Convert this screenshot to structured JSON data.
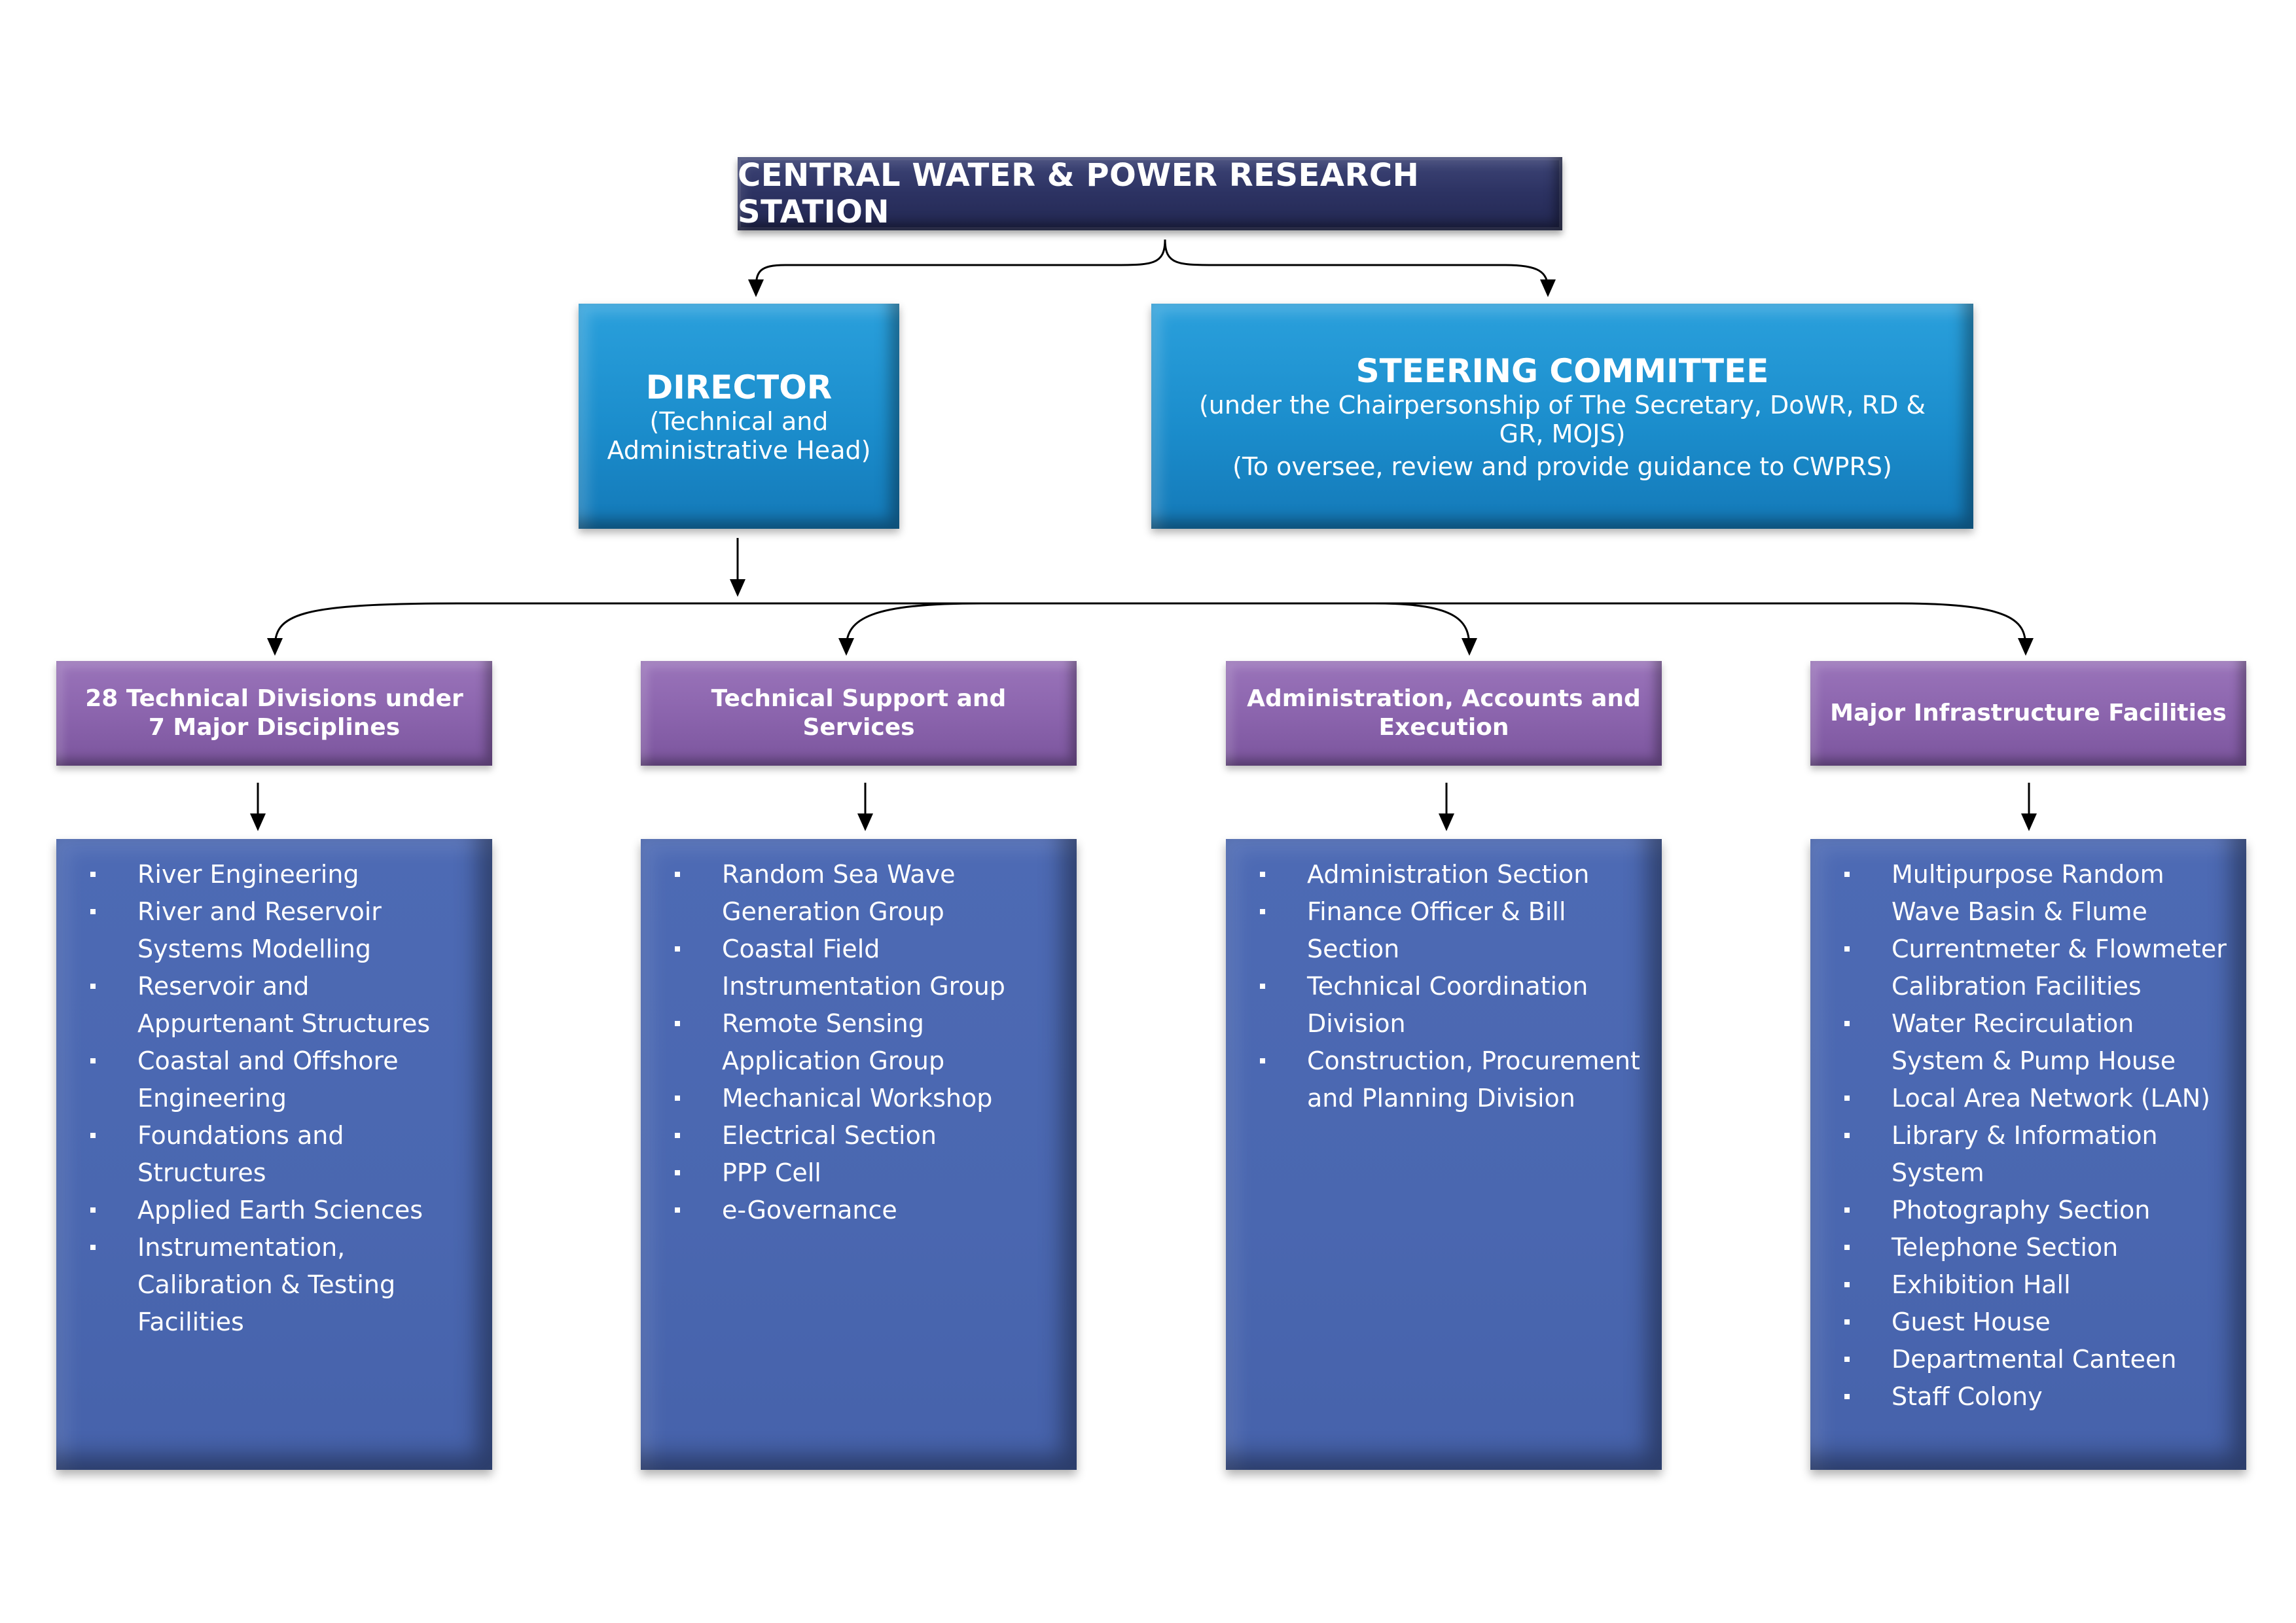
{
  "top": {
    "title": "CENTRAL WATER & POWER RESEARCH STATION"
  },
  "director": {
    "title": "DIRECTOR",
    "subtitle": "(Technical and Administrative Head)"
  },
  "committee": {
    "title": "STEERING COMMITTEE",
    "line1": "(under the Chairpersonship of The Secretary, DoWR, RD & GR, MOJS)",
    "line2": "(To oversee, review and provide guidance to CWPRS)"
  },
  "groups": [
    {
      "title": "28 Technical Divisions under 7 Major Disciplines",
      "items": [
        "River Engineering",
        "River and Reservoir Systems Modelling",
        "Reservoir and Appurtenant Structures",
        "Coastal and Offshore Engineering",
        "Foundations and Structures",
        "Applied Earth Sciences",
        "Instrumentation, Calibration & Testing Facilities"
      ]
    },
    {
      "title": "Technical Support and Services",
      "items": [
        "Random Sea Wave Generation Group",
        "Coastal Field Instrumentation Group",
        "Remote Sensing Application Group",
        "Mechanical Workshop",
        "Electrical Section",
        "PPP Cell",
        "e-Governance"
      ]
    },
    {
      "title": "Administration, Accounts and Execution",
      "items": [
        "Administration Section",
        "Finance Officer & Bill Section",
        "Technical Coordination Division",
        "Construction, Procurement and Planning Division"
      ]
    },
    {
      "title": "Major Infrastructure Facilities",
      "items": [
        "Multipurpose Random Wave Basin & Flume",
        "Currentmeter & Flowmeter Calibration Facilities",
        "Water Recirculation System & Pump House",
        "Local Area Network (LAN)",
        "Library & Information System",
        "Photography Section",
        "Telephone Section",
        "Exhibition Hall",
        "Guest House",
        "Departmental Canteen",
        "Staff Colony"
      ]
    }
  ]
}
